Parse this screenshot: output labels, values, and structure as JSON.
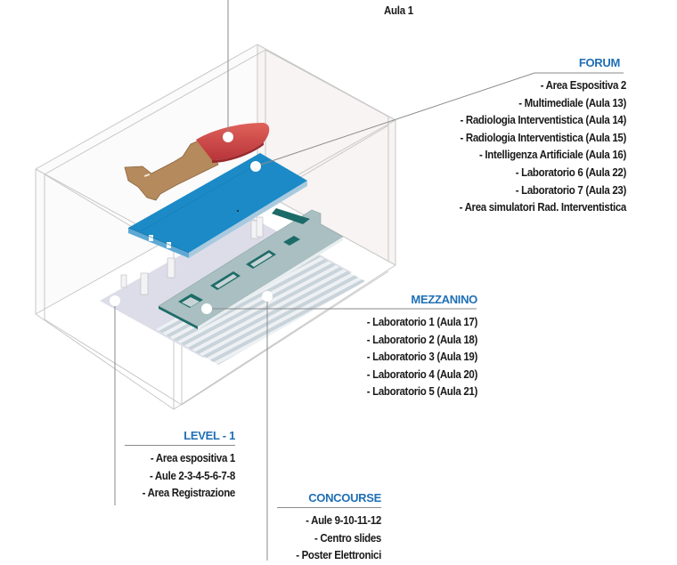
{
  "top_label": "Aula 1",
  "colors": {
    "heading": "#1f6fb5",
    "text": "#1a1a1a",
    "forum_floor": "#1b8ac6",
    "aula1_floor": "#d24a47",
    "brown_floor": "#b58a5c",
    "mezzanine_floor": "#a9bfc1",
    "mezzanine_slots": "#1d6b68",
    "level1_floor": "#dcdde8"
  },
  "sections": {
    "forum": {
      "title": "FORUM",
      "items": [
        "- Area Espositiva 2",
        "- Multimediale (Aula 13)",
        "- Radiologia Interventistica (Aula 14)",
        "- Radiologia Interventistica (Aula 15)",
        "- Intelligenza Artificiale (Aula 16)",
        "- Laboratorio 6 (Aula 22)",
        "- Laboratorio 7 (Aula 23)",
        "- Area simulatori Rad. Interventistica"
      ]
    },
    "mezzanino": {
      "title": "MEZZANINO",
      "items": [
        "- Laboratorio 1 (Aula 17)",
        "- Laboratorio 2 (Aula 18)",
        "- Laboratorio 3 (Aula 19)",
        "- Laboratorio 4 (Aula 20)",
        "- Laboratorio 5 (Aula 21)"
      ]
    },
    "level1": {
      "title": "LEVEL - 1",
      "items": [
        "- Area espositiva 1",
        "- Aule 2-3-4-5-6-7-8",
        "- Area Registrazione"
      ]
    },
    "concourse": {
      "title": "CONCOURSE",
      "items": [
        "- Aule 9-10-11-12",
        "- Centro slides",
        "- Poster Elettronici"
      ]
    }
  }
}
